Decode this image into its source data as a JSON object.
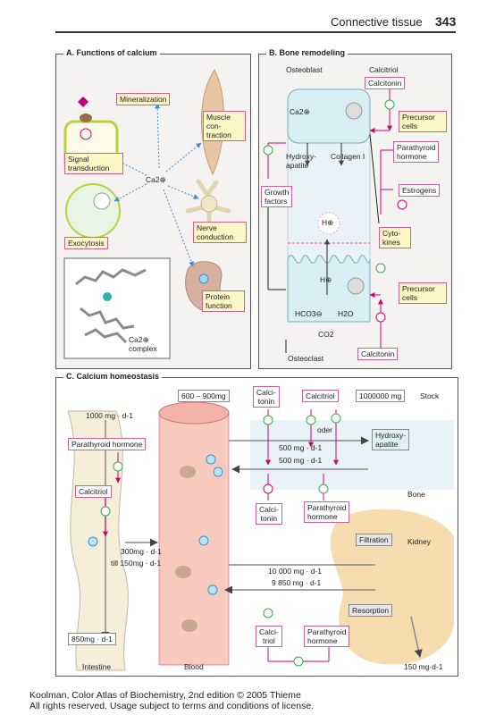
{
  "header": {
    "section": "Connective tissue",
    "page": "343"
  },
  "panelA": {
    "title": "A. Functions of calcium",
    "ion": "Ca2⊕",
    "mineralization": "Mineralization",
    "muscle": [
      "Muscle",
      "con-",
      "traction"
    ],
    "signal": [
      "Signal",
      "transduction"
    ],
    "exocytosis": "Exocytosis",
    "nerve": [
      "Nerve",
      "conduction"
    ],
    "protein": [
      "Protein",
      "function"
    ],
    "complex": [
      "Ca2⊕",
      "complex"
    ]
  },
  "panelB": {
    "title": "B. Bone remodeling",
    "osteoblast": "Osteoblast",
    "osteoclast": "Osteoclast",
    "calcitriol": "Calcitriol",
    "calcitonin_top": "Calcitonin",
    "calcitonin_bottom": "Calcitonin",
    "precursor_top": [
      "Precursor",
      "cells"
    ],
    "precursor_bottom": [
      "Precursor",
      "cells"
    ],
    "pth": [
      "Parathyroid",
      "hormone"
    ],
    "estrogens": "Estrogens",
    "cytokines": [
      "Cyto-",
      "kines"
    ],
    "growth": [
      "Growth",
      "factors"
    ],
    "ca": "Ca2⊕",
    "hydroxyapatite": [
      "Hydroxy-",
      "apatite"
    ],
    "collagen": "Collagen I",
    "h_plus_1": "H⊕",
    "h_plus_2": "H⊕",
    "hco3": "HCO3⊖",
    "h2o": "H2O",
    "co2": "CO2"
  },
  "panelC": {
    "title": "C. Calcium homeostasis",
    "pool": "600 – 900mg",
    "calcitonin_top": [
      "Calci-",
      "tonin"
    ],
    "calcitriol_top": "Calcitriol",
    "stock_value": "1000000 mg",
    "stock": "Stock",
    "oder": "oder",
    "intake": "1000 mg · d-1",
    "pth_left": "Parathyroid hormone",
    "calcitriol_left": "Calcitriol",
    "hydroxyapatite": [
      "Hydroxy-",
      "apatite"
    ],
    "flux1": "500 mg · d-1",
    "flux2": "500 mg · d-1",
    "bone": "Bone",
    "calcitonin_mid": [
      "Calci-",
      "tonin"
    ],
    "pth_mid": [
      "Parathyroid",
      "hormone"
    ],
    "filtration": "Filtration",
    "kidney": "Kidney",
    "absorb1": "300mg · d-1",
    "absorb2": "till 150mg · d-1",
    "kflux1": "10 000 mg · d-1",
    "kflux2": "9 850 mg · d-1",
    "resorption": "Resorption",
    "excretion_intestine": "850mg · d-1",
    "calcitriol_bottom": [
      "Calci-",
      "triol"
    ],
    "pth_bottom": [
      "Parathyroid",
      "hormone"
    ],
    "intestine": "Intestine",
    "blood": "Blood",
    "excretion_kidney": "150 mg·d-1"
  },
  "footer": {
    "line1": "Koolman, Color Atlas of Biochemistry, 2nd edition © 2005 Thieme",
    "line2": "All rights reserved. Usage subject to terms and conditions of license."
  },
  "colors": {
    "accent": "#d6006e",
    "arrow": "#3b8fd0",
    "plus": "#3aa845",
    "label_fill": "#fdf6c6",
    "bone": "#e9f3f7",
    "kidney": "#f6ddb0",
    "blood": "#f7c9bf"
  }
}
